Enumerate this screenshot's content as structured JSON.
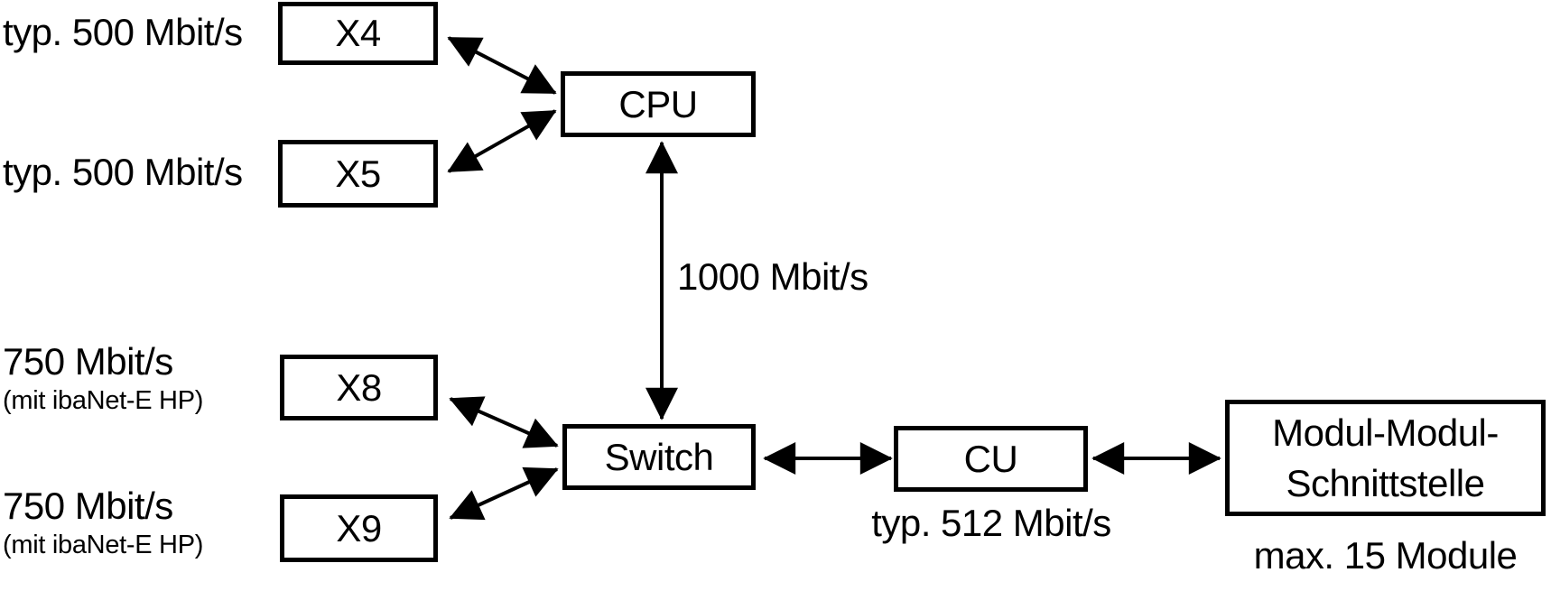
{
  "diagram": {
    "type": "topology-diagram",
    "colors": {
      "line": "#000000",
      "box_fill": "#ffffff",
      "background": "#ffffff",
      "text": "#000000"
    },
    "nodes": {
      "x4": {
        "label": "X4"
      },
      "x5": {
        "label": "X5"
      },
      "cpu": {
        "label": "CPU"
      },
      "x8": {
        "label": "X8"
      },
      "x9": {
        "label": "X9"
      },
      "switch": {
        "label": "Switch"
      },
      "cu": {
        "label": "CU"
      },
      "modul": {
        "label_line1": "Modul-Modul-",
        "label_line2": "Schnittstelle"
      }
    },
    "annotations": {
      "x4_rate": "typ. 500 Mbit/s",
      "x5_rate": "typ. 500 Mbit/s",
      "x8_rate": "750 Mbit/s",
      "x8_rate_note": "(mit ibaNet-E HP)",
      "x9_rate": "750 Mbit/s",
      "x9_rate_note": "(mit ibaNet-E HP)",
      "cpu_switch_rate": "1000 Mbit/s",
      "cu_rate": "typ. 512 Mbit/s",
      "modul_note": "max. 15 Module"
    },
    "edges": [
      {
        "from": "X4",
        "to": "CPU",
        "bidirectional": true
      },
      {
        "from": "X5",
        "to": "CPU",
        "bidirectional": true
      },
      {
        "from": "CPU",
        "to": "Switch",
        "bidirectional": true,
        "label": "1000 Mbit/s"
      },
      {
        "from": "X8",
        "to": "Switch",
        "bidirectional": true
      },
      {
        "from": "X9",
        "to": "Switch",
        "bidirectional": true
      },
      {
        "from": "Switch",
        "to": "CU",
        "bidirectional": true
      },
      {
        "from": "CU",
        "to": "Modul-Modul-Schnittstelle",
        "bidirectional": true
      }
    ]
  }
}
